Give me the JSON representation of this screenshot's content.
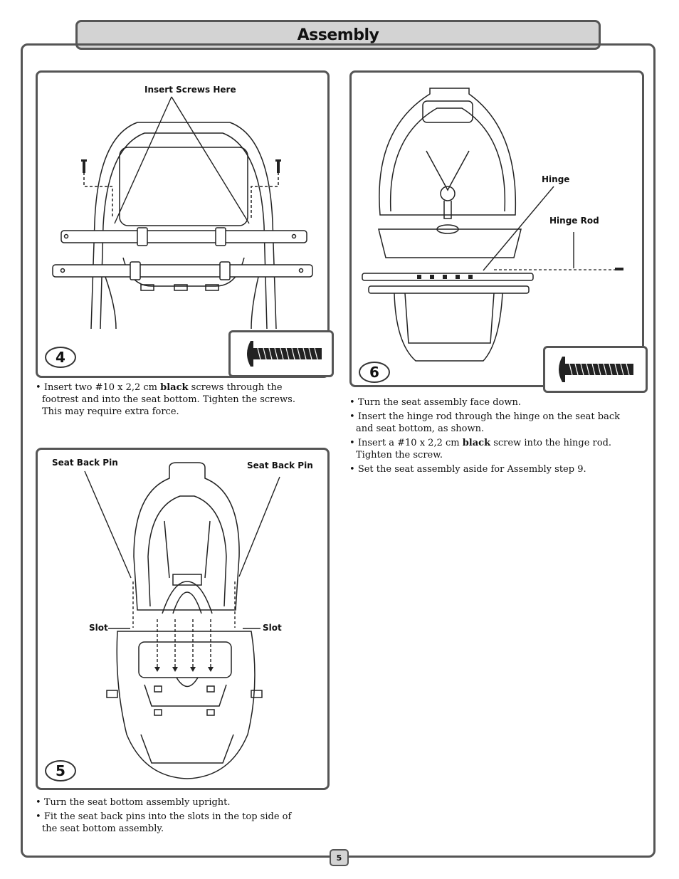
{
  "page": {
    "title": "Assembly",
    "page_number": "5"
  },
  "step4": {
    "number": "4",
    "callout": "Insert Screws Here",
    "instructions": [
      {
        "pre": "Insert two #10 x 2,2 cm ",
        "bold": "black",
        "post": " screws through the footrest and into the seat bottom. Tighten the screws. This may require extra force."
      }
    ]
  },
  "step5": {
    "number": "5",
    "callouts": {
      "pin_left": "Seat Back Pin",
      "pin_right": "Seat Back Pin",
      "slot_left": "Slot",
      "slot_right": "Slot"
    },
    "instructions": [
      {
        "pre": "Turn the seat bottom assembly upright.",
        "bold": "",
        "post": ""
      },
      {
        "pre": "Fit the seat back pins into the slots in the top side of the seat bottom assembly.",
        "bold": "",
        "post": ""
      }
    ]
  },
  "step6": {
    "number": "6",
    "callouts": {
      "hinge": "Hinge",
      "hinge_rod": "Hinge Rod"
    },
    "instructions": [
      {
        "pre": "Turn the seat assembly face down.",
        "bold": "",
        "post": ""
      },
      {
        "pre": "Insert the hinge rod through the hinge on the seat back and seat bottom, as shown.",
        "bold": "",
        "post": ""
      },
      {
        "pre": "Insert a #10 x 2,2 cm ",
        "bold": "black",
        "post": " screw into the hinge rod. Tighten the screw."
      },
      {
        "pre": "Set the seat assembly aside for Assembly step 9.",
        "bold": "",
        "post": ""
      }
    ]
  }
}
